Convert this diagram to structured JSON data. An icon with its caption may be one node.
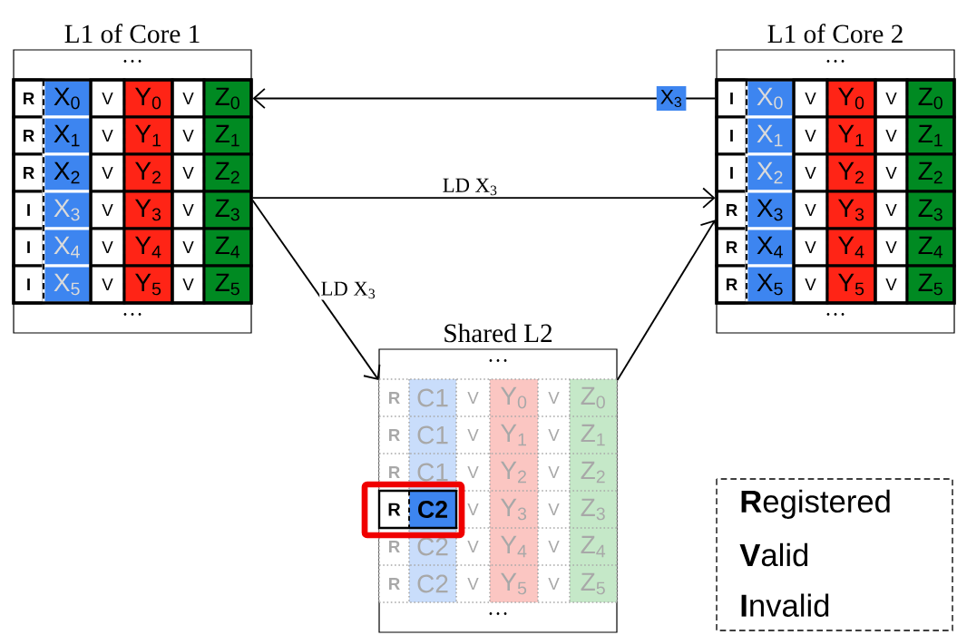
{
  "diagram": {
    "nodes": [
      {
        "text": [
          "L1 of Core 1",
          "…",
          "…"
        ]
      },
      {
        "text": [
          "R"
        ],
        "in": 0
      },
      {
        "text": [
          "X$_{0}$"
        ],
        "in": 0
      },
      {
        "text": [
          "V"
        ],
        "in": 0
      },
      {
        "text": [
          "Y$_{0}$"
        ],
        "in": 0
      },
      {
        "text": [
          "V"
        ],
        "in": 0
      },
      {
        "text": [
          "Z$_{0}$"
        ],
        "in": 0
      },
      {
        "text": [
          "R"
        ],
        "in": 0
      },
      {
        "text": [
          "X$_{1}$"
        ],
        "in": 0
      },
      {
        "text": [
          "V"
        ],
        "in": 0
      },
      {
        "text": [
          "Y$_{1}$"
        ],
        "in": 0
      },
      {
        "text": [
          "V"
        ],
        "in": 0
      },
      {
        "text": [
          "Z$_{1}$"
        ],
        "in": 0
      },
      {
        "text": [
          "R"
        ],
        "in": 0
      },
      {
        "text": [
          "X$_{2}$"
        ],
        "in": 0
      },
      {
        "text": [
          "V"
        ],
        "in": 0
      },
      {
        "text": [
          "Y$_{2}$"
        ],
        "in": 0
      },
      {
        "text": [
          "V"
        ],
        "in": 0
      },
      {
        "text": [
          "Z$_{2}$"
        ],
        "in": 0
      },
      {
        "text": [
          "I"
        ],
        "in": 0
      },
      {
        "text": [
          "X$_{3}$"
        ],
        "in": 0
      },
      {
        "text": [
          "V"
        ],
        "in": 0
      },
      {
        "text": [
          "Y$_{3}$"
        ],
        "in": 0
      },
      {
        "text": [
          "V"
        ],
        "in": 0
      },
      {
        "text": [
          "Z$_{3}$"
        ],
        "in": 0
      },
      {
        "text": [
          "I"
        ],
        "in": 0
      },
      {
        "text": [
          "X$_{4}$"
        ],
        "in": 0
      },
      {
        "text": [
          "V"
        ],
        "in": 0
      },
      {
        "text": [
          "Y$_{4}$"
        ],
        "in": 0
      },
      {
        "text": [
          "V"
        ],
        "in": 0
      },
      {
        "text": [
          "Z$_{4}$"
        ],
        "in": 0
      },
      {
        "text": [
          "I"
        ],
        "in": 0
      },
      {
        "text": [
          "X$_{5}$"
        ],
        "in": 0
      },
      {
        "text": [
          "V"
        ],
        "in": 0
      },
      {
        "text": [
          "Y$_{5}$"
        ],
        "in": 0
      },
      {
        "text": [
          "V"
        ],
        "in": 0
      },
      {
        "text": [
          "Z$_{5}$"
        ],
        "in": 0
      },
      {
        "text": [
          "L1 of Core 2",
          "…",
          "…"
        ]
      },
      {
        "text": [
          "I"
        ],
        "in": 37
      },
      {
        "text": [
          "X$_{0}$"
        ],
        "in": 37
      },
      {
        "text": [
          "V"
        ],
        "in": 37
      },
      {
        "text": [
          "Y$_{0}$"
        ],
        "in": 37
      },
      {
        "text": [
          "V"
        ],
        "in": 37
      },
      {
        "text": [
          "Z$_{0}$"
        ],
        "in": 37
      },
      {
        "text": [
          "I"
        ],
        "in": 37
      },
      {
        "text": [
          "X$_{1}$"
        ],
        "in": 37
      },
      {
        "text": [
          "V"
        ],
        "in": 37
      },
      {
        "text": [
          "Y$_{1}$"
        ],
        "in": 37
      },
      {
        "text": [
          "V"
        ],
        "in": 37
      },
      {
        "text": [
          "Z$_{1}$"
        ],
        "in": 37
      },
      {
        "text": [
          "I"
        ],
        "in": 37
      },
      {
        "text": [
          "X$_{2}$"
        ],
        "in": 37
      },
      {
        "text": [
          "V"
        ],
        "in": 37
      },
      {
        "text": [
          "Y$_{2}$"
        ],
        "in": 37
      },
      {
        "text": [
          "V"
        ],
        "in": 37
      },
      {
        "text": [
          "Z$_{2}$"
        ],
        "in": 37
      },
      {
        "text": [
          "R"
        ],
        "in": 37
      },
      {
        "text": [
          "X$_{3}$"
        ],
        "in": 37
      },
      {
        "text": [
          "V"
        ],
        "in": 37
      },
      {
        "text": [
          "Y$_{3}$"
        ],
        "in": 37
      },
      {
        "text": [
          "V"
        ],
        "in": 37
      },
      {
        "text": [
          "Z$_{3}$"
        ],
        "in": 37
      },
      {
        "text": [
          "R"
        ],
        "in": 37
      },
      {
        "text": [
          "X$_{4}$"
        ],
        "in": 37
      },
      {
        "text": [
          "V"
        ],
        "in": 37
      },
      {
        "text": [
          "Y$_{4}$"
        ],
        "in": 37
      },
      {
        "text": [
          "V"
        ],
        "in": 37
      },
      {
        "text": [
          "Z$_{4}$"
        ],
        "in": 37
      },
      {
        "text": [
          "R"
        ],
        "in": 37
      },
      {
        "text": [
          "X$_{5}$"
        ],
        "in": 37
      },
      {
        "text": [
          "V"
        ],
        "in": 37
      },
      {
        "text": [
          "Y$_{5}$"
        ],
        "in": 37
      },
      {
        "text": [
          "V"
        ],
        "in": 37
      },
      {
        "text": [
          "Z$_{5}$"
        ],
        "in": 37
      },
      {
        "text": [
          "Shared L2",
          "…",
          "…"
        ]
      },
      {
        "text": [
          "R"
        ],
        "in": 74
      },
      {
        "text": [
          "C1"
        ],
        "in": 74
      },
      {
        "text": [
          "V"
        ],
        "in": 74
      },
      {
        "text": [
          "Y$_{0}$"
        ],
        "in": 74
      },
      {
        "text": [
          "V"
        ],
        "in": 74
      },
      {
        "text": [
          "Z$_{0}$"
        ],
        "in": 74
      },
      {
        "text": [
          "R"
        ],
        "in": 74
      },
      {
        "text": [
          "C1"
        ],
        "in": 74
      },
      {
        "text": [
          "V"
        ],
        "in": 74
      },
      {
        "text": [
          "Y$_{1}$"
        ],
        "in": 74
      },
      {
        "text": [
          "V"
        ],
        "in": 74
      },
      {
        "text": [
          "Z$_{1}$"
        ],
        "in": 74
      },
      {
        "text": [
          "R"
        ],
        "in": 74
      },
      {
        "text": [
          "C1"
        ],
        "in": 74
      },
      {
        "text": [
          "V"
        ],
        "in": 74
      },
      {
        "text": [
          "Y$_{2}$"
        ],
        "in": 74
      },
      {
        "text": [
          "V"
        ],
        "in": 74
      },
      {
        "text": [
          "Z$_{2}$"
        ],
        "in": 74
      },
      {
        "text": [
          "R"
        ],
        "in": 74
      },
      {
        "text": [
          "C2"
        ],
        "in": 74
      },
      {
        "text": [
          "V"
        ],
        "in": 74
      },
      {
        "text": [
          "Y$_{3}$"
        ],
        "in": 74
      },
      {
        "text": [
          "V"
        ],
        "in": 74
      },
      {
        "text": [
          "Z$_{3}$"
        ],
        "in": 74
      },
      {
        "text": [
          "R"
        ],
        "in": 74
      },
      {
        "text": [
          "C2"
        ],
        "in": 74
      },
      {
        "text": [
          "V"
        ],
        "in": 74
      },
      {
        "text": [
          "Y$_{4}$"
        ],
        "in": 74
      },
      {
        "text": [
          "V"
        ],
        "in": 74
      },
      {
        "text": [
          "Z$_{4}$"
        ],
        "in": 74
      },
      {
        "text": [
          "R"
        ],
        "in": 74
      },
      {
        "text": [
          "C2"
        ],
        "in": 74
      },
      {
        "text": [
          "V"
        ],
        "in": 74
      },
      {
        "text": [
          "Y$_{5}$"
        ],
        "in": 74
      },
      {
        "text": [
          "V"
        ],
        "in": 74
      },
      {
        "text": [
          "Z$_{5}$"
        ],
        "in": 74
      }
    ],
    "edges": [
      {
        "from": 38,
        "to": 6,
        "arrow": "to",
        "label": "X$_{3}$"
      },
      {
        "from": 24,
        "to": 56,
        "arrow": "to",
        "label": "LD X$_{3}$"
      },
      {
        "from": 24,
        "to": 74,
        "arrow": "to",
        "label": "LD X$_{3}$"
      },
      {
        "from": 74,
        "to": 56,
        "arrow": "to"
      }
    ],
    "legend": [
      {
        "text": "**R**egistered"
      },
      {
        "text": "**V**alid"
      },
      {
        "text": "**I**nvalid"
      }
    ]
  }
}
